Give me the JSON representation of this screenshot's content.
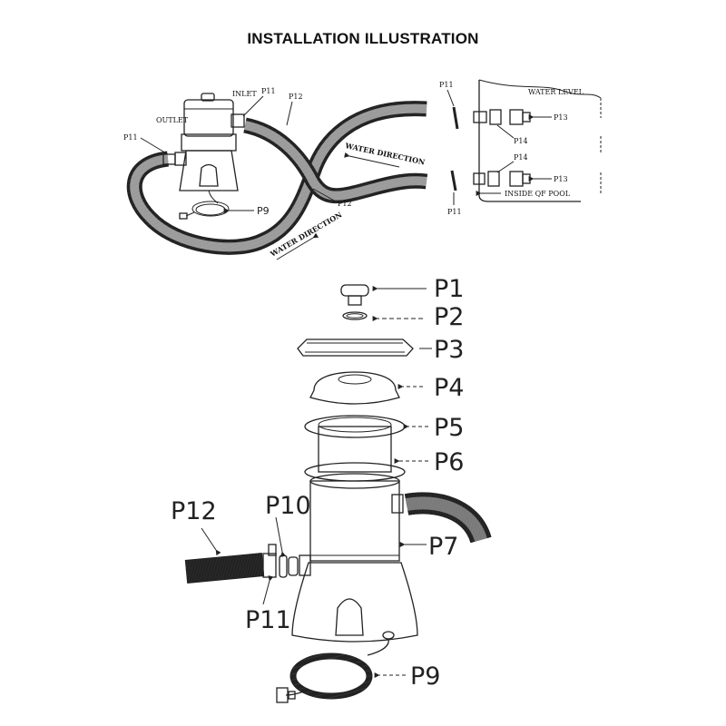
{
  "title": "INSTALLATION ILLUSTRATION",
  "top_left": {
    "inlet": "INLET",
    "outlet": "OUTLET",
    "p11_a": "P11",
    "p11_b": "P11",
    "p12_a": "P12",
    "p12_b": "P12",
    "p9": "P9",
    "water_direction_a": "WATER DIRECTION",
    "water_direction_b": "WATER DIRECTION"
  },
  "top_right": {
    "water_level": "WATER LEVEL",
    "inside_pool": "INSIDE QF POOL",
    "p11_top": "P11",
    "p11_bottom": "P11",
    "p13_top": "P13",
    "p13_bottom": "P13",
    "p14_top": "P14",
    "p14_bottom": "P14"
  },
  "exploded": {
    "p1": "P1",
    "p2": "P2",
    "p3": "P3",
    "p4": "P4",
    "p5": "P5",
    "p6": "P6",
    "p7": "P7",
    "p9": "P9",
    "p10": "P10",
    "p11": "P11",
    "p12": "P12"
  }
}
